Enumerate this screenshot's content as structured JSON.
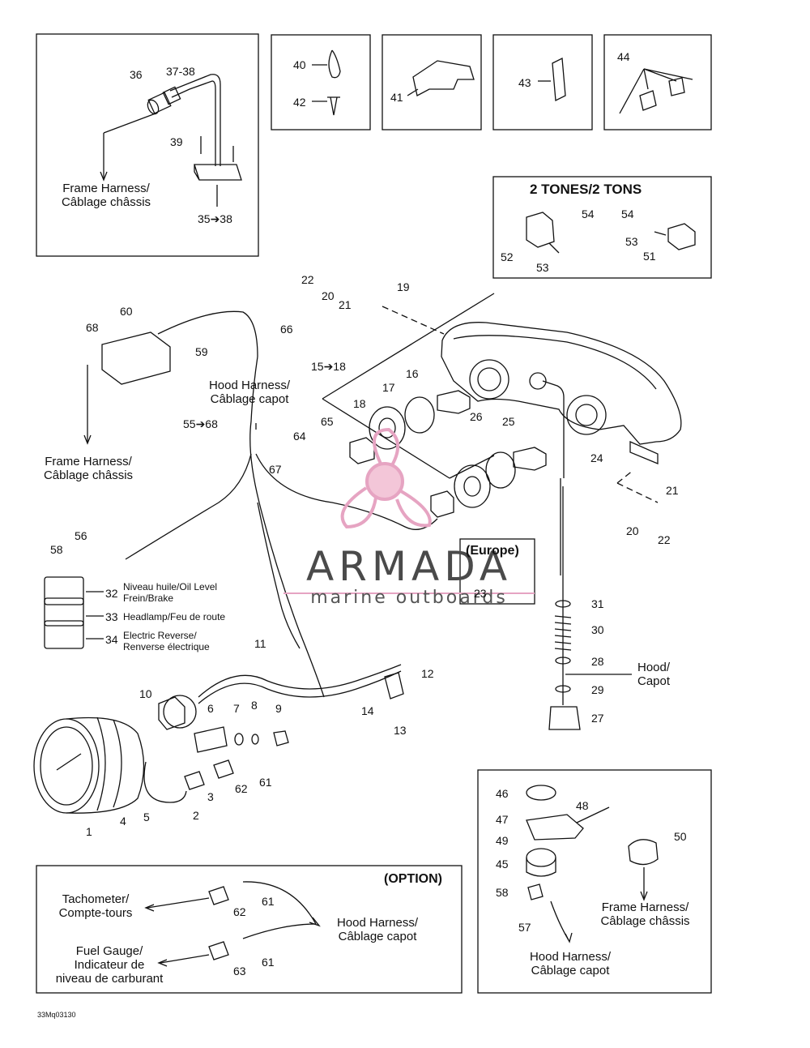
{
  "watermark": {
    "brand": "ARMADA",
    "tagline": "marine outboards"
  },
  "drawing_code": "33Mq03130",
  "boxes": {
    "tones": "2 TONES/2 TONS",
    "europe": "(Europe)",
    "option": "(OPTION)"
  },
  "captions": {
    "frame_harness_top_1": "Frame Harness/",
    "frame_harness_top_2": "Câblage châssis",
    "frame_harness_left_1": "Frame Harness/",
    "frame_harness_left_2": "Câblage châssis",
    "hood_harness_1": "Hood Harness/",
    "hood_harness_2": "Câblage capot",
    "oil_level_1": "Niveau huile/Oil Level",
    "oil_level_2": "Frein/Brake",
    "headlamp": "Headlamp/Feu de route",
    "reverse_1": "Electric Reverse/",
    "reverse_2": "Renverse électrique",
    "hood_1": "Hood/",
    "hood_2": "Capot",
    "tach_1": "Tachometer/",
    "tach_2": "Compte-tours",
    "opt_hood_1": "Hood Harness/",
    "opt_hood_2": "Câblage capot",
    "fuel_1": "Fuel Gauge/",
    "fuel_2": "Indicateur de",
    "fuel_3": "niveau de carburant",
    "br_frame_1": "Frame Harness/",
    "br_frame_2": "Câblage châssis",
    "br_hood_1": "Hood Harness/",
    "br_hood_2": "Câblage capot"
  },
  "parts": {
    "p36": "36",
    "p37_38": "37-38",
    "p39": "39",
    "p35_38": "35➔38",
    "p40": "40",
    "p42": "42",
    "p41": "41",
    "p43": "43",
    "p44": "44",
    "p54a": "54",
    "p54b": "54",
    "p52": "52",
    "p53a": "53",
    "p53b": "53",
    "p51": "51",
    "p22a": "22",
    "p20a": "20",
    "p21a": "21",
    "p19": "19",
    "p60": "60",
    "p68": "68",
    "p59": "59",
    "p66": "66",
    "p15_18": "15➔18",
    "p16": "16",
    "p17": "17",
    "p18": "18",
    "p26": "26",
    "p25": "25",
    "p65": "65",
    "p64": "64",
    "p55_68": "55➔68",
    "p24": "24",
    "p67": "67",
    "p21b": "21",
    "p20b": "20",
    "p22b": "22",
    "p56": "56",
    "p58a": "58",
    "p32": "32",
    "p33": "33",
    "p34": "34",
    "p23": "23",
    "p31": "31",
    "p30": "30",
    "p28": "28",
    "p29": "29",
    "p27": "27",
    "p11": "11",
    "p12": "12",
    "p10": "10",
    "p6": "6",
    "p7": "7",
    "p8": "8",
    "p9": "9",
    "p14": "14",
    "p13": "13",
    "p3": "3",
    "p62a": "62",
    "p61a": "61",
    "p1": "1",
    "p4": "4",
    "p5": "5",
    "p2": "2",
    "p46": "46",
    "p47": "47",
    "p48": "48",
    "p49": "49",
    "p50": "50",
    "p45": "45",
    "p58b": "58",
    "p57": "57",
    "p61b": "61",
    "p62b": "62",
    "p61c": "61",
    "p63": "63"
  }
}
